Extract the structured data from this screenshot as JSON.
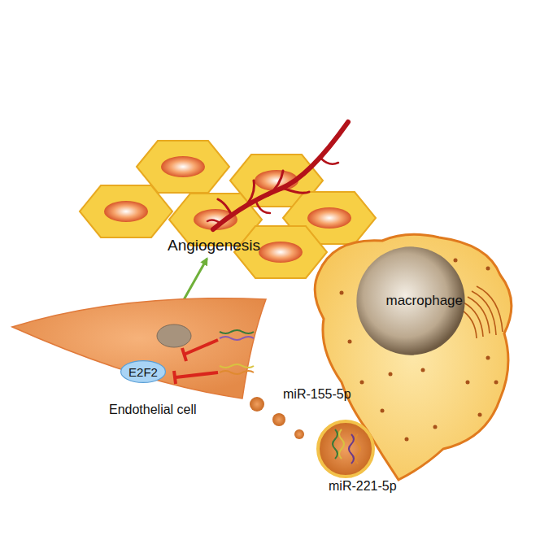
{
  "diagram": {
    "nodes": [
      {
        "text": [
          "Angiogenesis"
        ]
      },
      {
        "text": [
          "Endothelial cell"
        ]
      },
      {
        "text": [
          "E2F2"
        ],
        "in": 1
      },
      {
        "text": [
          "macrophage"
        ]
      }
    ],
    "edges": [
      {
        "from": 2,
        "to": 0,
        "arrow": "to"
      }
    ],
    "labels": [
      "miR-155-5p",
      "miR-221-5p"
    ]
  }
}
